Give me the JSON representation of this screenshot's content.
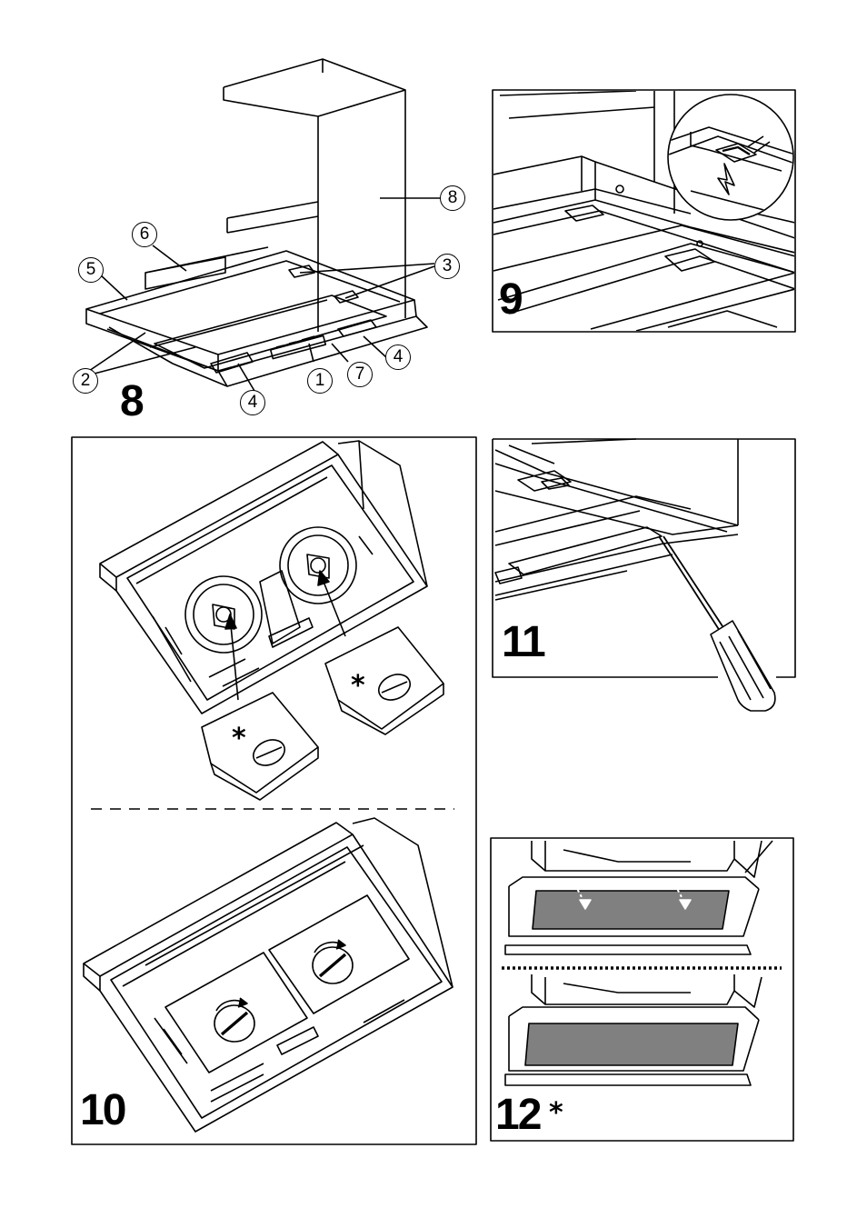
{
  "figures": {
    "f8": {
      "number": "8"
    },
    "f9": {
      "number": "9"
    },
    "f10": {
      "number": "10"
    },
    "f11": {
      "number": "11"
    },
    "f12": {
      "number": "12",
      "marker": "*"
    }
  },
  "callouts": {
    "c1": "1",
    "c2": "2",
    "c3": "3",
    "c4a": "4",
    "c4b": "4",
    "c5": "5",
    "c6": "6",
    "c7": "7",
    "c8": "8"
  },
  "filter_marker": "*",
  "colors": {
    "line": "#000000",
    "filter_fill": "#808080",
    "background": "#ffffff"
  }
}
